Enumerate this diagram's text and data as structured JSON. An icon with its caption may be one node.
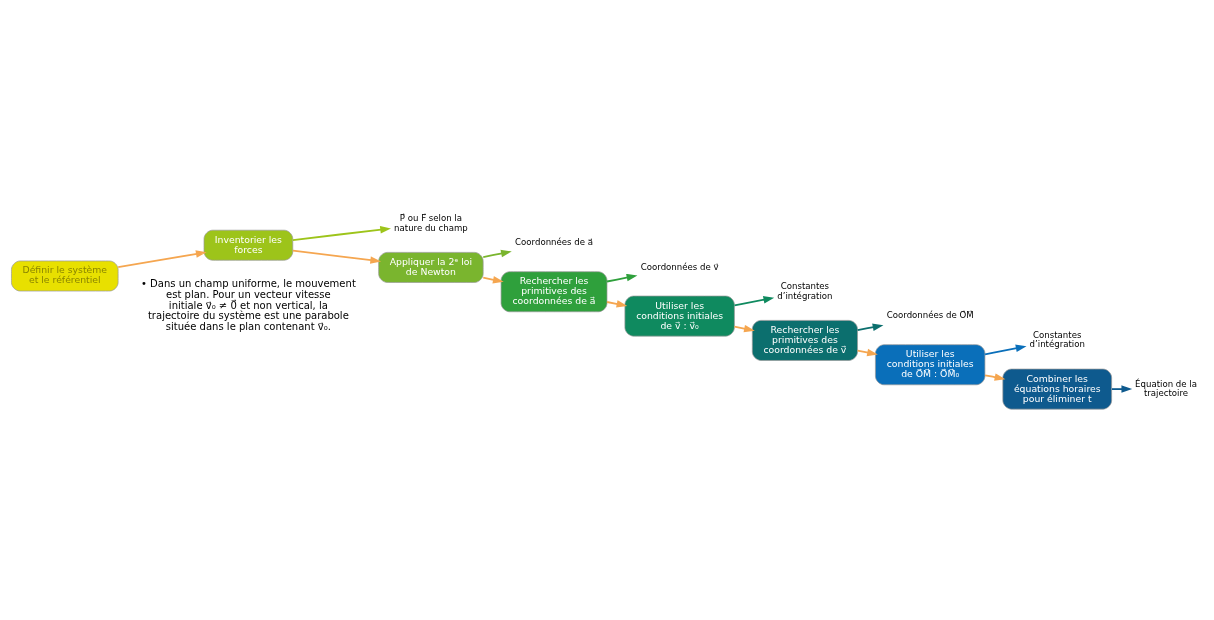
{
  "diagram": {
    "nodes": [
      {
        "text": [
          "Définir le système et le référentiel"
        ]
      },
      {
        "text": [
          "Inventorier les forces"
        ]
      },
      {
        "text": [
          "P⃗ ou F⃗ selon la nature du champ"
        ]
      },
      {
        "text": [
          "Appliquer la 2ᵉ loi de Newton"
        ]
      },
      {
        "text": [
          "Coordonnées de a⃗"
        ]
      },
      {
        "text": [
          "Rechercher les primitives des coordonnées de a⃗"
        ]
      },
      {
        "text": [
          "Coordonnées de v⃗"
        ]
      },
      {
        "text": [
          "Utiliser les conditions initiales de v⃗ : v⃗₀"
        ]
      },
      {
        "text": [
          "Constantes d’intégration"
        ]
      },
      {
        "text": [
          "Rechercher les primitives des coordonnées de v⃗"
        ]
      },
      {
        "text": [
          "Coordonnées de O⃗M⃗"
        ]
      },
      {
        "text": [
          "Utiliser les conditions initiales de O⃗M⃗ : O⃗M⃗₀"
        ]
      },
      {
        "text": [
          "Constantes d’intégration"
        ]
      },
      {
        "text": [
          "Combiner les équations horaires pour éliminer t"
        ]
      },
      {
        "text": [
          "Équation de la trajectoire"
        ]
      }
    ],
    "edges": [
      {
        "from": 0,
        "to": 1,
        "arrow": "to",
        "color": "#f5a650"
      },
      {
        "from": 1,
        "to": 2,
        "arrow": "to",
        "color": "#9dc41a"
      },
      {
        "from": 1,
        "to": 3,
        "arrow": "to",
        "color": "#f5a650"
      },
      {
        "from": 3,
        "to": 4,
        "arrow": "to",
        "color": "#7ab52e"
      },
      {
        "from": 3,
        "to": 5,
        "arrow": "to",
        "color": "#f5a650"
      },
      {
        "from": 5,
        "to": 6,
        "arrow": "to",
        "color": "#2fa03c"
      },
      {
        "from": 5,
        "to": 7,
        "arrow": "to",
        "color": "#f5a650"
      },
      {
        "from": 7,
        "to": 8,
        "arrow": "to",
        "color": "#0f8a5f"
      },
      {
        "from": 7,
        "to": 9,
        "arrow": "to",
        "color": "#f5a650"
      },
      {
        "from": 9,
        "to": 10,
        "arrow": "to",
        "color": "#0c6f6e"
      },
      {
        "from": 9,
        "to": 11,
        "arrow": "to",
        "color": "#f5a650"
      },
      {
        "from": 11,
        "to": 12,
        "arrow": "to",
        "color": "#0a6fba"
      },
      {
        "from": 11,
        "to": 13,
        "arrow": "to",
        "color": "#f5a650"
      },
      {
        "from": 13,
        "to": 14,
        "arrow": "to",
        "color": "#0e5a8e"
      }
    ],
    "labels": [
      "• Dans un champ uniforme, le mouvement est plan. Pour un vecteur vitesse initiale v⃗₀ ≠ 0⃗ et non vertical, la trajectoire du système est une parabole située dans le plan contenant v⃗₀."
    ]
  }
}
